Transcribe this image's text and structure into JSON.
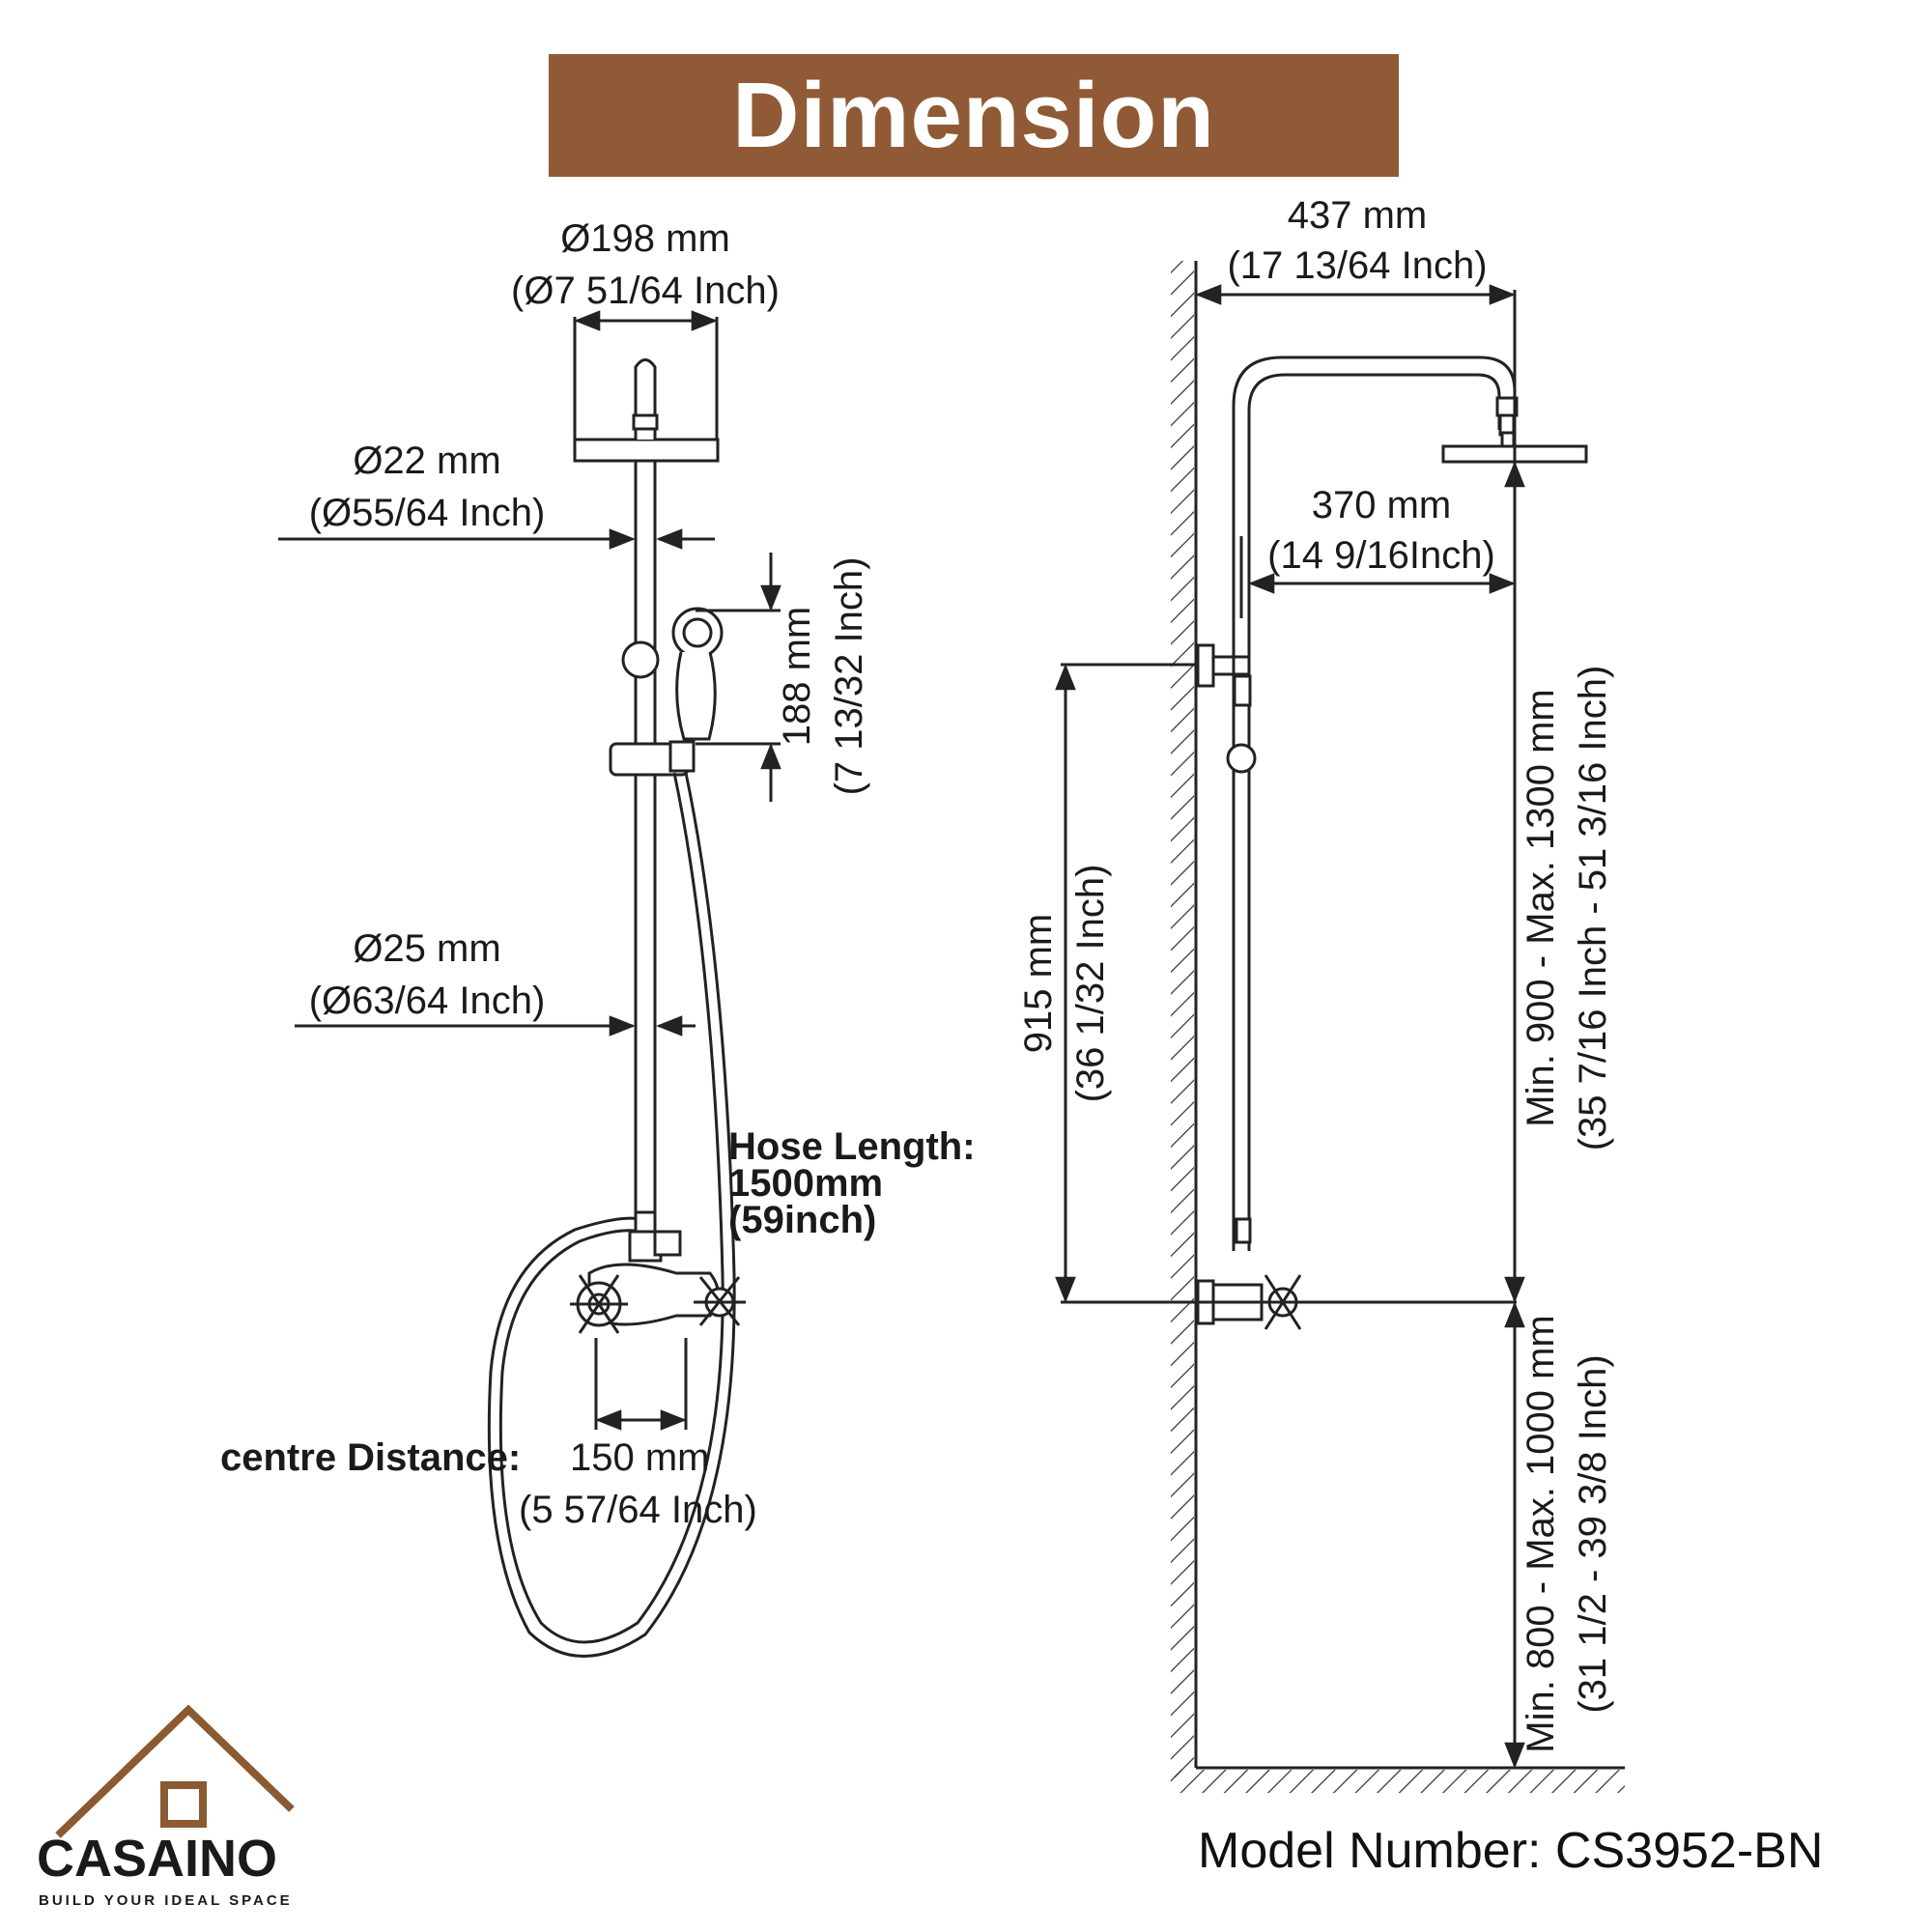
{
  "title": "Dimension",
  "left_view": {
    "head_diameter": {
      "mm": "Ø198 mm",
      "inch": "(Ø7 51/64 Inch)"
    },
    "upper_pipe_diameter": {
      "mm": "Ø22 mm",
      "inch": "(Ø55/64 Inch)"
    },
    "lower_pipe_diameter": {
      "mm": "Ø25 mm",
      "inch": "(Ø63/64 Inch)"
    },
    "handshower_height": {
      "mm": "188 mm",
      "inch": "(7 13/32 Inch)"
    },
    "hose": {
      "line1": "Hose Length:",
      "line2": "1500mm",
      "line3": "(59inch)"
    },
    "centre_distance": {
      "label": "centre Distance:",
      "mm": "150 mm",
      "inch": "(5 57/64 Inch)"
    }
  },
  "right_view": {
    "arm_reach": {
      "mm": "437 mm",
      "inch": "(17 13/64 Inch)"
    },
    "head_offset": {
      "mm": "370 mm",
      "inch": "(14 9/16Inch)"
    },
    "bracket_to_valve": {
      "mm": "915 mm",
      "inch": "(36 1/32 Inch)"
    },
    "valve_to_head": {
      "mm": "Min. 900 - Max. 1300 mm",
      "inch": "(35 7/16 Inch - 51 3/16 Inch)"
    },
    "floor_to_valve": {
      "mm": "Min. 800 - Max. 1000 mm",
      "inch": "(31 1/2 - 39 3/8 Inch)"
    }
  },
  "logo": {
    "brand": "CASAINO",
    "tagline": "BUILD YOUR IDEAL SPACE"
  },
  "model_number": "Model Number: CS3952-BN",
  "colors": {
    "banner": "#8f5a35",
    "logo_brown": "#8b5a32",
    "line": "#222222"
  }
}
